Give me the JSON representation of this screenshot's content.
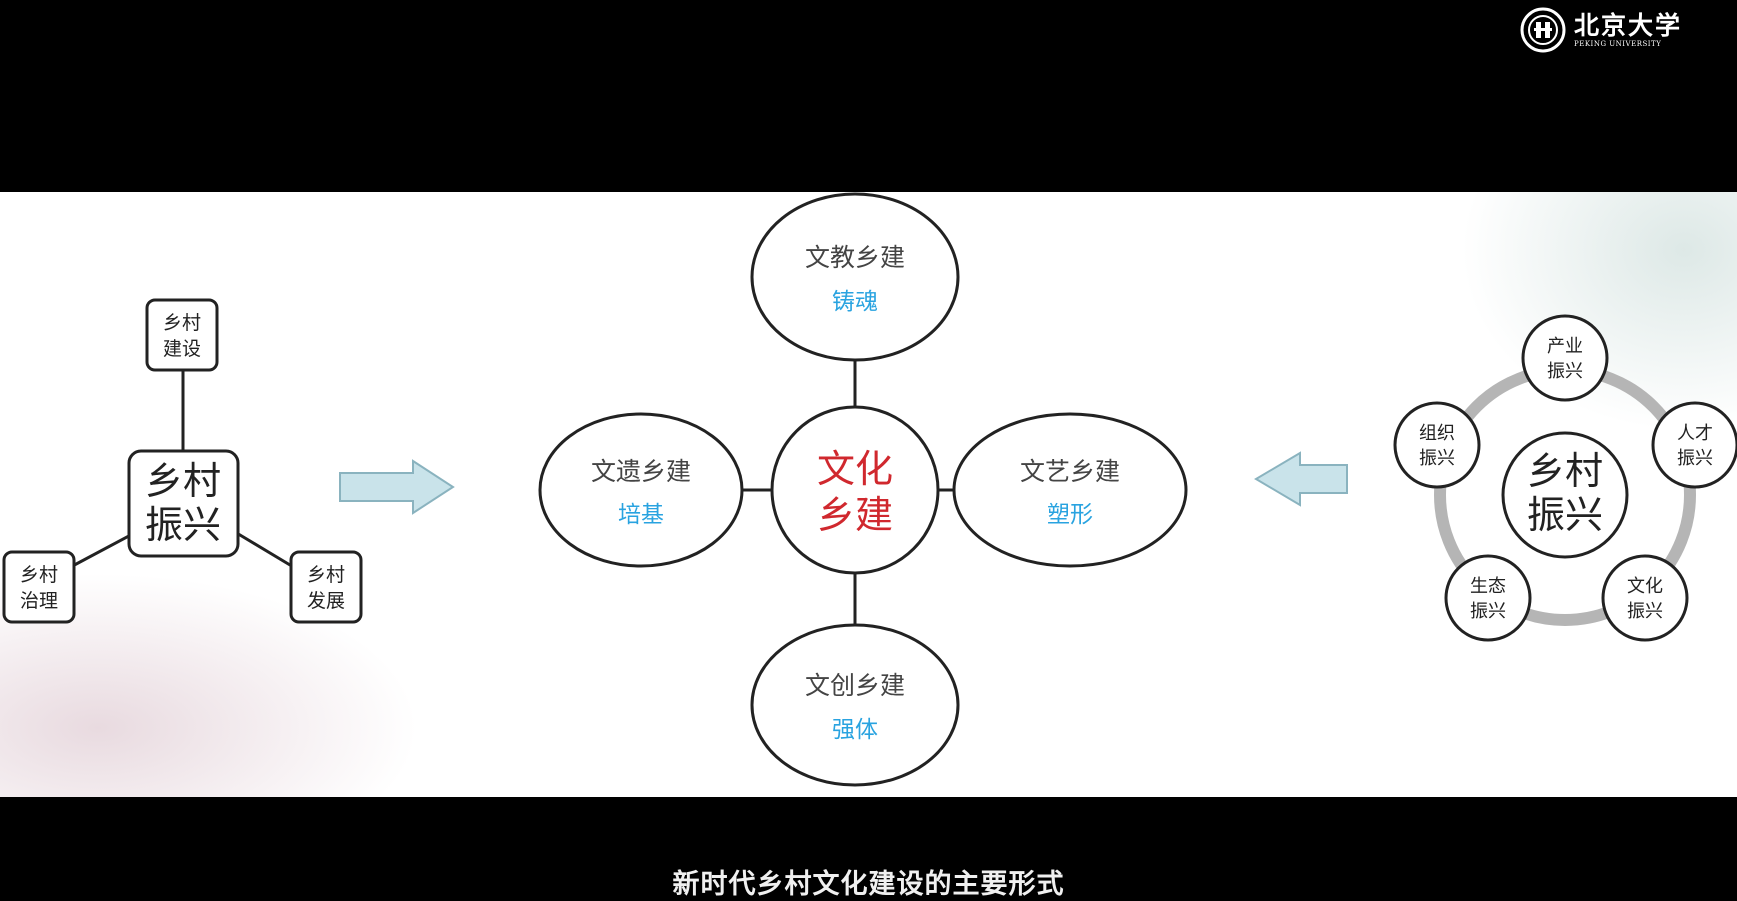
{
  "logo": {
    "name_cn": "北京大学",
    "name_en": "PEKING UNIVERSITY"
  },
  "caption": "新时代乡村文化建设的主要形式",
  "left_diagram": {
    "center": {
      "line1": "乡村",
      "line2": "振兴"
    },
    "nodes": [
      {
        "line1": "乡村",
        "line2": "建设"
      },
      {
        "line1": "乡村",
        "line2": "治理"
      },
      {
        "line1": "乡村",
        "line2": "发展"
      }
    ]
  },
  "center_diagram": {
    "core": {
      "line1": "文化",
      "line2": "乡建"
    },
    "ovals": [
      {
        "title": "文教乡建",
        "sub": "铸魂"
      },
      {
        "title": "文遗乡建",
        "sub": "培基"
      },
      {
        "title": "文艺乡建",
        "sub": "塑形"
      },
      {
        "title": "文创乡建",
        "sub": "强体"
      }
    ]
  },
  "right_diagram": {
    "hub": {
      "line1": "乡村",
      "line2": "振兴"
    },
    "nodes": [
      {
        "line1": "产业",
        "line2": "振兴"
      },
      {
        "line1": "人才",
        "line2": "振兴"
      },
      {
        "line1": "文化",
        "line2": "振兴"
      },
      {
        "line1": "生态",
        "line2": "振兴"
      },
      {
        "line1": "组织",
        "line2": "振兴"
      }
    ]
  },
  "colors": {
    "accent_red": "#d0282e",
    "accent_blue": "#29a3e0",
    "arrow_fill": "#c9e3ea",
    "ring_gray": "#b5b5b5"
  }
}
